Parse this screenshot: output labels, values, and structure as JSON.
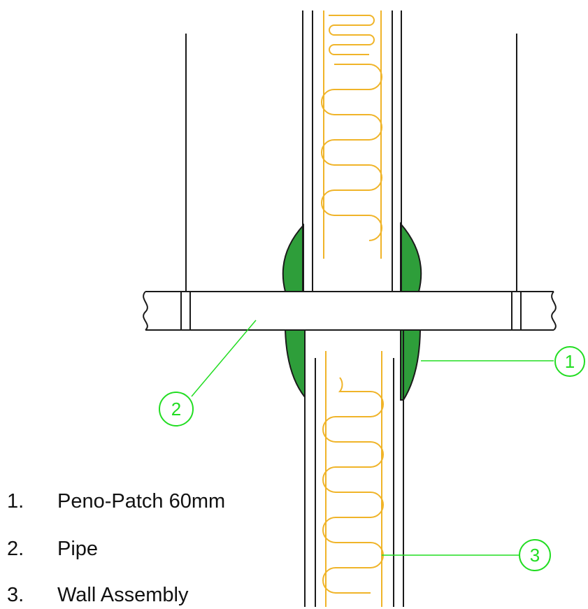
{
  "callouts": [
    {
      "number": "1",
      "target": "peno-patch"
    },
    {
      "number": "2",
      "target": "pipe"
    },
    {
      "number": "3",
      "target": "wall-assembly"
    }
  ],
  "legend": [
    {
      "number": "1.",
      "label": "Peno-Patch 60mm"
    },
    {
      "number": "2.",
      "label": "Pipe"
    },
    {
      "number": "3.",
      "label": "Wall Assembly"
    }
  ],
  "colors": {
    "line": "#1a1a1a",
    "insulation": "#f0b429",
    "patch_fill": "#2e9e3a",
    "callout": "#22dd22"
  }
}
